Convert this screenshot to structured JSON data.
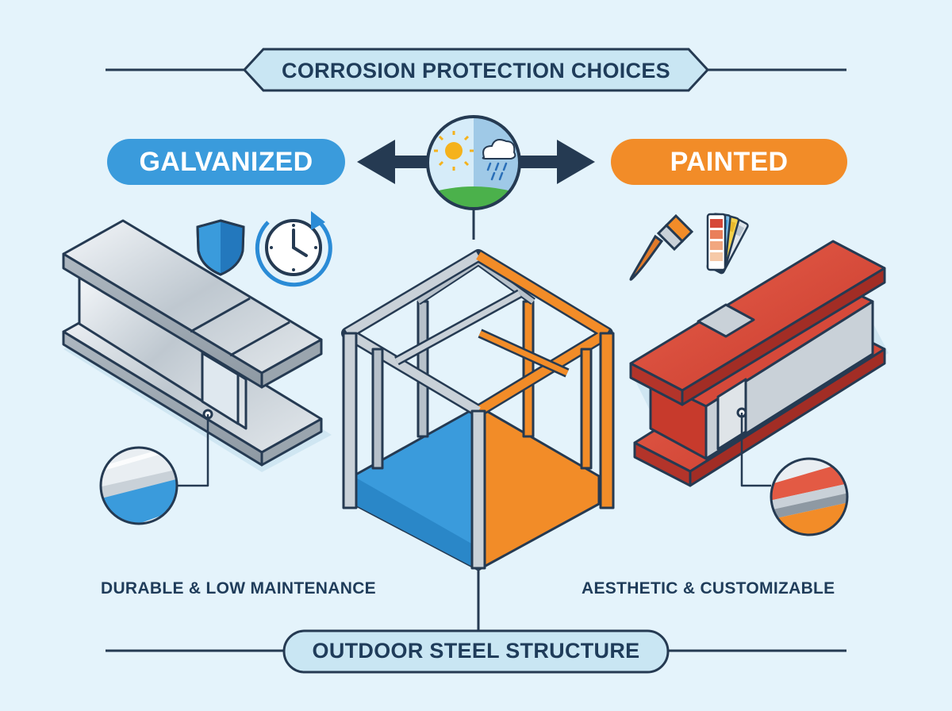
{
  "title": "CORROSION PROTECTION CHOICES",
  "footer": "OUTDOOR STEEL STRUCTURE",
  "galvanized": {
    "label": "GALVANIZED",
    "caption": "DURABLE & LOW MAINTENANCE",
    "color": "#3a9bdc"
  },
  "painted": {
    "label": "PAINTED",
    "caption": "AESTHETIC & CUSTOMIZABLE",
    "color": "#f28c28"
  },
  "colors": {
    "background": "#e4f3fb",
    "outline": "#253a52",
    "pill_bg": "#c9e6f3",
    "steel": "#c9d1d8",
    "paint_red": "#d6493a"
  },
  "icons": [
    "shield-icon",
    "clock-rotate-icon",
    "paintbrush-icon",
    "color-swatch-icon",
    "weather-icon",
    "double-arrow-icon"
  ]
}
